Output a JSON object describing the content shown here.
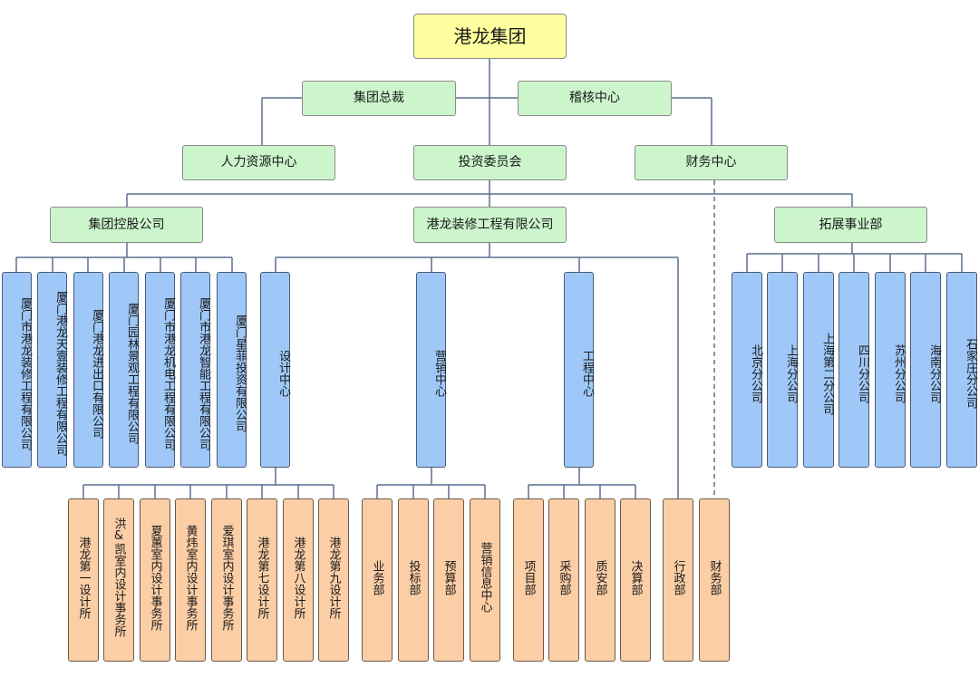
{
  "top": "港龙集团",
  "president": "集团总裁",
  "audit": "稽核中心",
  "hr": "人力资源中心",
  "investment": "投资委员会",
  "finance_center": "财务中心",
  "holding": "集团控股公司",
  "decoration": "港龙装修工程有限公司",
  "expansion": "拓展事业部",
  "holding_subs": [
    "厦门市港龙装修工程有限公司",
    "厦门港龙天壹装修工程有限公司",
    "厦门港龙进出口有限公司",
    "厦门园林景观工程有限公司",
    "厦门市港龙机电工程有限公司",
    "厦门市港龙智能工程有限公司",
    "厦门星菲投资有限公司"
  ],
  "design_center": "设计中心",
  "marketing_center": "营销中心",
  "engineering_center": "工程中心",
  "expansion_subs": [
    "北京分公司",
    "上海分公司",
    "上海第二分公司",
    "四川分公司",
    "苏州分公司",
    "海南分公司",
    "石家庄分公司"
  ],
  "design_subs": [
    "港龙第一设计所",
    "洪&凯室内设计事务所",
    "夏蕙室内设计事务所",
    "黄炜室内设计事务所",
    "爱琪室内设计事务所",
    "港龙第七设计所",
    "港龙第八设计所",
    "港龙第九设计所"
  ],
  "marketing_subs": [
    "业务部",
    "投标部",
    "预算部",
    "营销信息中心"
  ],
  "engineering_subs": [
    "项目部",
    "采购部",
    "质安部",
    "决算部"
  ],
  "admin_dept": "行政部",
  "finance_dept": "财务部"
}
